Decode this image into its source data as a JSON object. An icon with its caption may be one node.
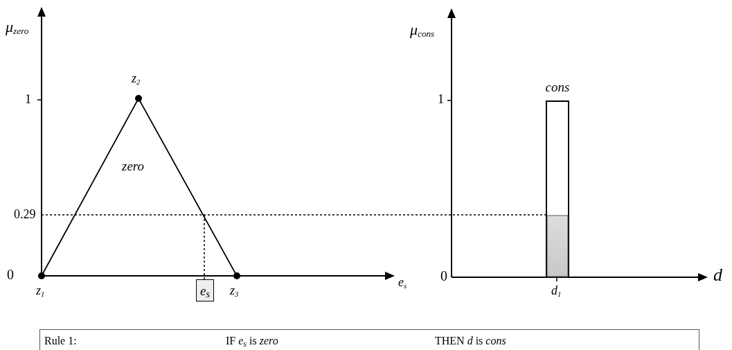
{
  "diagram": {
    "nodes": [
      {
        "text": [
          "zero"
        ]
      },
      {
        "text": [
          "e$_{s}$"
        ]
      },
      {
        "text": [
          "cons"
        ]
      },
      {
        "text": [
          "Rule 1:",
          "IF *e*$_{s}$ is *zero*",
          "THEN *d* is *cons*"
        ]
      }
    ],
    "edges": [
      {
        "from": 0,
        "to": 1,
        "arrow": "none",
        "style": "dashed"
      },
      {
        "from": null,
        "to": 2,
        "arrow": "none",
        "style": "dashed"
      }
    ],
    "labels": [
      "μ$_{zero}$",
      "1",
      "0.29",
      "0",
      "z$_{2}$",
      "z$_{1}$",
      "z$_{3}$",
      "e$_{s}$",
      "μ$_{cons}$",
      "1",
      "0",
      "d",
      "d$_{1}$"
    ]
  }
}
